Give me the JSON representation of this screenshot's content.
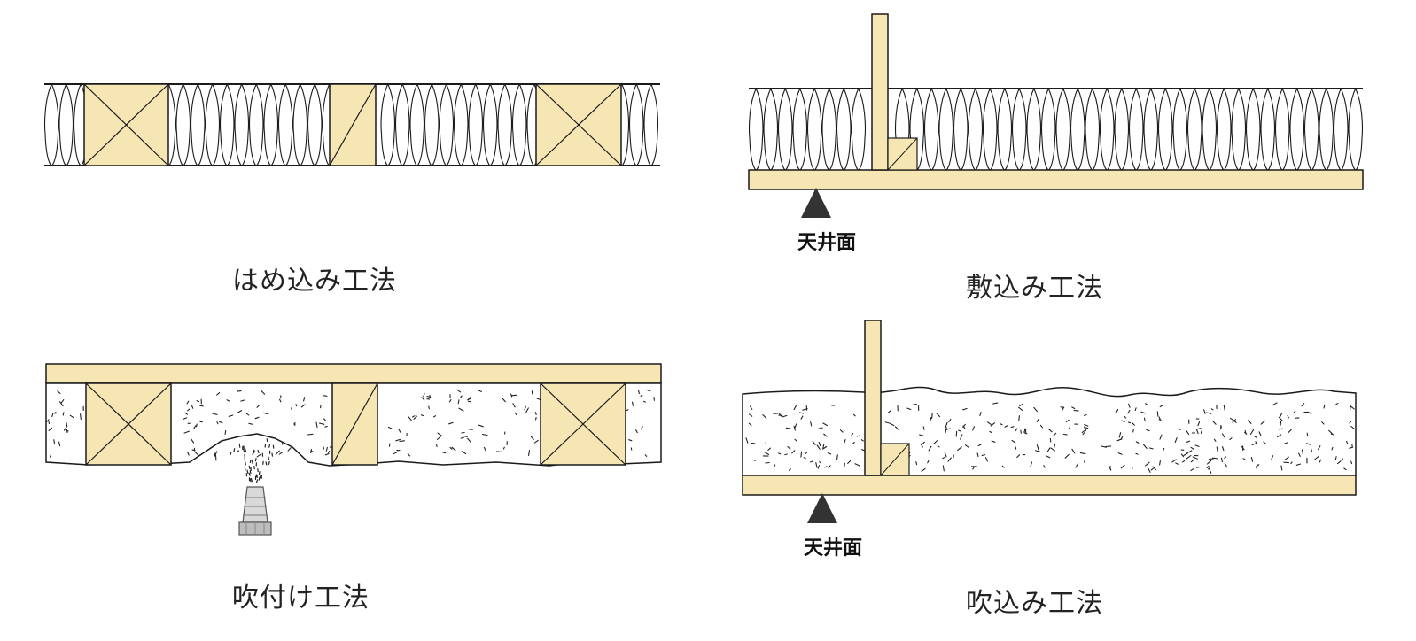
{
  "panels": {
    "hamekomi": {
      "caption": "はめ込み工法"
    },
    "shikikomi": {
      "caption": "敷込み工法",
      "marker_label": "天井面"
    },
    "fukitsuke": {
      "caption": "吹付け工法"
    },
    "fukikomi": {
      "caption": "吹込み工法",
      "marker_label": "天井面"
    }
  },
  "colors": {
    "wood": "#f6e6b4",
    "line": "#1a1a1a",
    "marker": "#333333",
    "nozzle": "#bdbdbd"
  }
}
